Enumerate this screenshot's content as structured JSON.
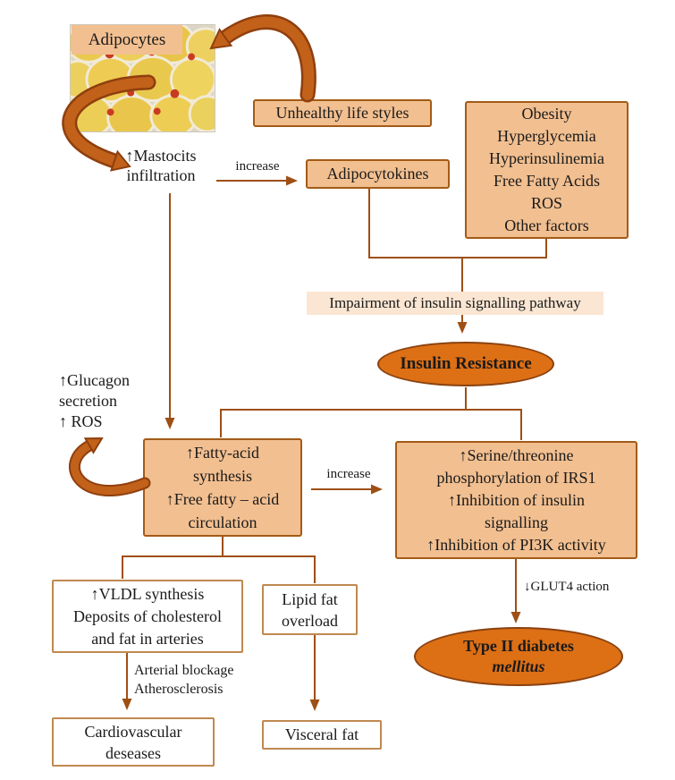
{
  "title": "Adipocytes, insulin resistance and type II diabetes pathway diagram",
  "colors": {
    "peach_fill": "#f2bf90",
    "peach_border": "#a35b17",
    "white_box_border": "#bf8950",
    "ellipse_fill": "#dd6f15",
    "ellipse_border": "#8a4210",
    "band_fill": "#fae6d2",
    "connector_line": "#9e4f15",
    "curved_arrow_fill": "#c2611a",
    "curved_arrow_outline": "#8f3f0e",
    "text": "#1a1a1a"
  },
  "nodes": {
    "adipocytes_label": "Adipocytes",
    "unhealthy": "Unhealthy life styles",
    "mastocits": {
      "lines": [
        "↑Mastocits",
        "infiltration"
      ]
    },
    "increase_top": "increase",
    "adipocytokines": "Adipocytokines",
    "factors": {
      "lines": [
        "Obesity",
        "Hyperglycemia",
        "Hyperinsulinemia",
        "Free Fatty Acids",
        "ROS",
        "Other factors"
      ]
    },
    "impairment": "Impairment of insulin signalling pathway",
    "insulin_resistance": "Insulin Resistance",
    "glucagon": {
      "lines": [
        "↑Glucagon",
        "secretion",
        "↑ ROS"
      ]
    },
    "fatty": {
      "lines": [
        "↑Fatty-acid",
        "synthesis",
        "↑Free fatty – acid",
        "circulation"
      ]
    },
    "increase_mid": "increase",
    "serine": {
      "lines": [
        "↑Serine/threonine",
        "phosphorylation of IRS1",
        "↑Inhibition of insulin",
        "signalling",
        "↑Inhibition of PI3K activity"
      ]
    },
    "glut4": "↓GLUT4 action",
    "diabetes": {
      "line1": "Type II diabetes",
      "line2": "mellitus"
    },
    "vldl": {
      "lines": [
        "↑VLDL synthesis",
        "Deposits of  cholesterol",
        "and fat in arteries"
      ]
    },
    "lipid": {
      "lines": [
        "Lipid fat",
        "overload"
      ]
    },
    "arterial": {
      "lines": [
        "Arterial blockage",
        "Atherosclerosis"
      ]
    },
    "cardio": {
      "lines": [
        "Cardiovascular",
        "deseases"
      ]
    },
    "visceral": "Visceral fat"
  }
}
